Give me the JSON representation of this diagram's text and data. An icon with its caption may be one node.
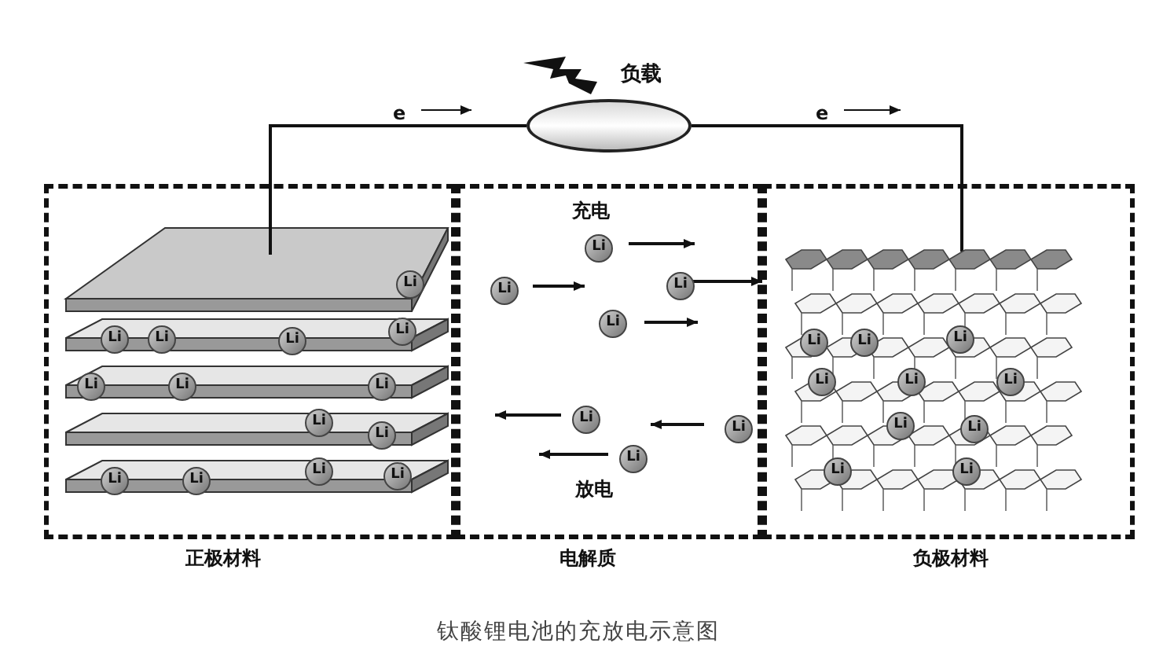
{
  "diagram": {
    "caption": "钛酸锂电池的充放电示意图",
    "nodes": [
      {
        "text": [],
        "shape": "ellipse",
        "beside": [
          "负载"
        ]
      },
      {
        "text": [
          "正极材料"
        ]
      },
      {
        "text": [
          "电解质"
        ]
      },
      {
        "text": [
          "负极材料"
        ]
      },
      {
        "text": [
          "Li"
        ],
        "in": 1
      },
      {
        "text": [
          "Li"
        ],
        "in": 1
      },
      {
        "text": [
          "Li"
        ],
        "in": 1
      },
      {
        "text": [
          "Li"
        ],
        "in": 1
      },
      {
        "text": [
          "Li"
        ],
        "in": 1
      },
      {
        "text": [
          "Li"
        ],
        "in": 1
      },
      {
        "text": [
          "Li"
        ],
        "in": 1
      },
      {
        "text": [
          "Li"
        ],
        "in": 1
      },
      {
        "text": [
          "Li"
        ],
        "in": 1
      },
      {
        "text": [
          "Li"
        ],
        "in": 1
      },
      {
        "text": [
          "Li"
        ],
        "in": 1
      },
      {
        "text": [
          "Li"
        ],
        "in": 1
      },
      {
        "text": [
          "Li"
        ],
        "in": 1
      },
      {
        "text": [
          "Li"
        ],
        "in": 1
      },
      {
        "text": [
          "Li"
        ],
        "in": 2
      },
      {
        "text": [
          "Li"
        ],
        "in": 2
      },
      {
        "text": [
          "Li"
        ],
        "in": 2
      },
      {
        "text": [
          "Li"
        ],
        "in": 2
      },
      {
        "text": [
          "Li"
        ],
        "in": 2
      },
      {
        "text": [
          "Li"
        ],
        "in": 2
      },
      {
        "text": [
          "Li"
        ],
        "in": 2
      },
      {
        "text": [
          "Li"
        ],
        "in": 3
      },
      {
        "text": [
          "Li"
        ],
        "in": 3
      },
      {
        "text": [
          "Li"
        ],
        "in": 3
      },
      {
        "text": [
          "Li"
        ],
        "in": 3
      },
      {
        "text": [
          "Li"
        ],
        "in": 3
      },
      {
        "text": [
          "Li"
        ],
        "in": 3
      },
      {
        "text": [
          "Li"
        ],
        "in": 3
      },
      {
        "text": [
          "Li"
        ],
        "in": 3
      },
      {
        "text": [
          "Li"
        ],
        "in": 3
      },
      {
        "text": [
          "Li"
        ],
        "in": 3
      }
    ],
    "edges": [
      {
        "from": 1,
        "to": 0,
        "arrow": "none"
      },
      {
        "from": 0,
        "to": 3,
        "arrow": "none"
      },
      {
        "from": 20,
        "to": 3,
        "arrow": "to"
      }
    ],
    "labels": [
      "e",
      "e",
      "充电",
      "放电"
    ]
  }
}
